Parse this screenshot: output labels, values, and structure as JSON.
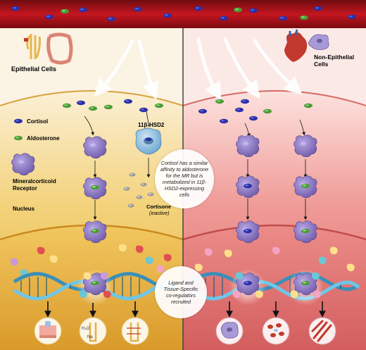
{
  "left_panel": {
    "title": "Epithelial Cells",
    "legend": {
      "cortisol": "Cortisol",
      "aldosterone": "Aldosterone",
      "receptor_line1": "Mineralcorticoid",
      "receptor_line2": "Receptor"
    },
    "nucleus_label": "Nucleus",
    "enzyme_label": "11β-HSD2",
    "cortisone_label": "Cortisone",
    "cortisone_note": "(inactive)"
  },
  "right_panel": {
    "title_line1": "Non-Epithelial",
    "title_line2": "Cells"
  },
  "callouts": {
    "metabolism": "Cortisol has a similar affinity to aldosterone for the MR but is metabolized in 11β-HSD2-expressing cells",
    "coregulators": "Ligand and Tissue-Specific co-regulators recruited"
  },
  "colors": {
    "blood_vessel": "#b3121b",
    "left_cytoplasm": "#f3d27a",
    "right_cytoplasm": "#ef8f8f",
    "cortisol": "#2b2fa8",
    "aldosterone": "#4c9a3a",
    "receptor": "#8f7cc8"
  }
}
